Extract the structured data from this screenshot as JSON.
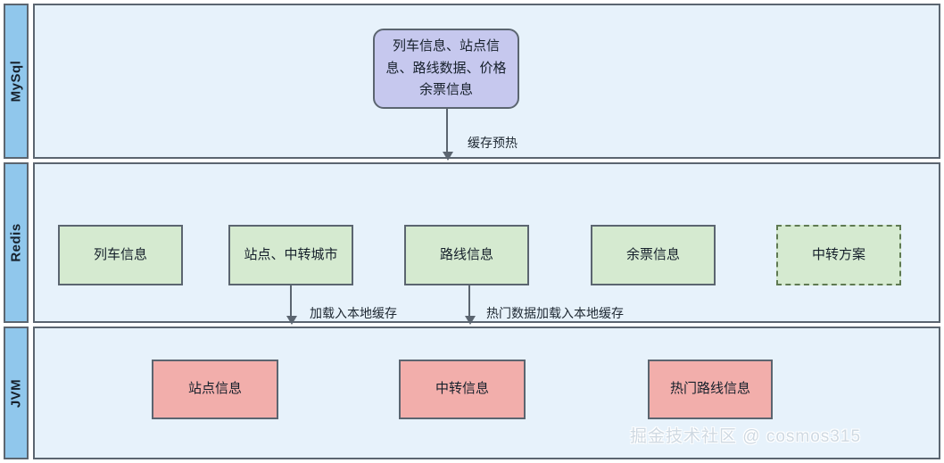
{
  "diagram": {
    "title": "Cache architecture swimlane diagram",
    "colors": {
      "lane_label_bg": "#90c7ec",
      "lane_body_bg": "#e7f2fb",
      "border": "#5b6570",
      "purple_node": "#c6c8ee",
      "green_node": "#d5ead0",
      "red_node": "#f2aeab",
      "watermark": "#cfd9e2"
    }
  },
  "lanes": [
    {
      "id": "mysql",
      "label": "MySql"
    },
    {
      "id": "redis",
      "label": "Redis"
    },
    {
      "id": "jvm",
      "label": "JVM"
    }
  ],
  "nodes": {
    "mysql_data": "列车信息、站点信息、路线数据、价格余票信息",
    "redis": [
      {
        "label": "列车信息",
        "style": "solid"
      },
      {
        "label": "站点、中转城市",
        "style": "solid"
      },
      {
        "label": "路线信息",
        "style": "solid"
      },
      {
        "label": "余票信息",
        "style": "solid"
      },
      {
        "label": "中转方案",
        "style": "dashed"
      }
    ],
    "jvm": [
      {
        "label": "站点信息"
      },
      {
        "label": "中转信息"
      },
      {
        "label": "热门路线信息"
      }
    ]
  },
  "edges": [
    {
      "id": "warm",
      "label": "缓存预热",
      "from": "mysql_data",
      "to": "redis_lane"
    },
    {
      "id": "local",
      "label": "加载入本地缓存",
      "from": "站点、中转城市",
      "to": "jvm_lane"
    },
    {
      "id": "hot",
      "label": "热门数据加载入本地缓存",
      "from": "路线信息",
      "to": "jvm_lane"
    }
  ],
  "watermark": "掘金技术社区 @ cosmos315"
}
